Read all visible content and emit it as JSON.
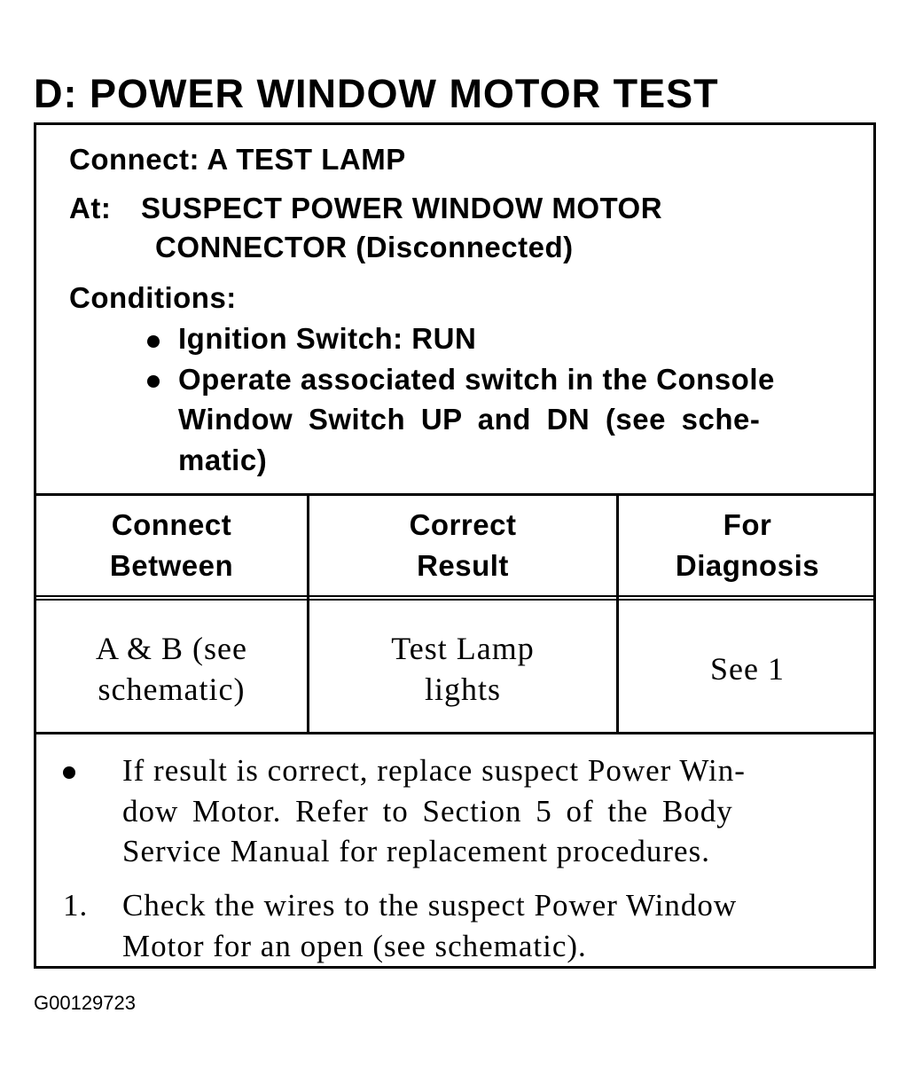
{
  "title": "D: POWER WINDOW MOTOR TEST",
  "setup": {
    "connect_line": "Connect: A TEST LAMP",
    "at_label": "At:",
    "at_line1": "SUSPECT POWER WINDOW MOTOR",
    "at_line2": "CONNECTOR (Disconnected)",
    "conditions_label": "Conditions:",
    "condition1": "Ignition Switch: RUN",
    "condition2_line1": "Operate associated switch in the Console",
    "condition2_line2": "Window Switch UP and DN (see sche-",
    "condition2_line3": "matic)"
  },
  "table": {
    "headers": [
      {
        "line1": "Connect",
        "line2": "Between"
      },
      {
        "line1": "Correct",
        "line2": "Result"
      },
      {
        "line1": "For",
        "line2": "Diagnosis"
      }
    ],
    "row": [
      {
        "line1": "A & B (see",
        "line2": "schematic)"
      },
      {
        "line1": "Test Lamp",
        "line2": "lights"
      },
      {
        "line1": "See 1",
        "line2": ""
      }
    ]
  },
  "notes": {
    "bullet_line1": "If result is correct, replace suspect Power Win-",
    "bullet_line2": "dow Motor. Refer to Section 5 of the Body",
    "bullet_line3": "Service Manual for replacement procedures.",
    "item1_number": "1.",
    "item1_line1": "Check the wires to the suspect Power Window",
    "item1_line2": "Motor for an open (see schematic)."
  },
  "figure_id": "G00129723"
}
